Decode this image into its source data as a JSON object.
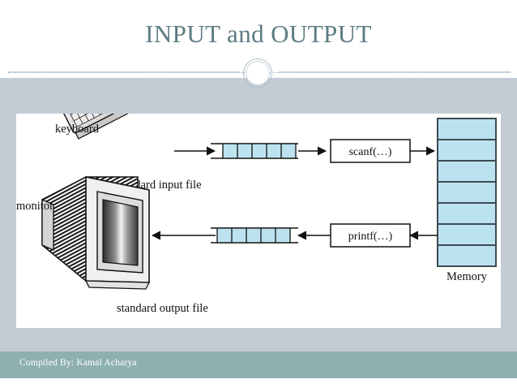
{
  "slide": {
    "title": "INPUT and OUTPUT",
    "title_color": "#5c7b83",
    "band_color": "#c3ccd4",
    "footer_color": "#8fb0b0",
    "cell_fill": "#bce2ef",
    "cell_stroke": "#3d4b52"
  },
  "footer": {
    "credit": "Compiled By: Kamal Acharya"
  },
  "diagram": {
    "labels": {
      "keyboard": "keyboard",
      "standard_input_file": "standard input file",
      "monitor": "monitor",
      "standard_output_file": "standard output file",
      "memory": "Memory"
    },
    "boxes": {
      "scanf": "scanf(…)",
      "printf": "printf(…)"
    },
    "input_buffer": {
      "cell_count": 5,
      "fill": "#bce2ef"
    },
    "output_buffer": {
      "cell_count": 5,
      "fill": "#bce2ef"
    },
    "memory_column": {
      "cell_count": 7,
      "fill": "#bce2ef"
    },
    "flow": {
      "input_direction": "left-to-right",
      "output_direction": "right-to-left"
    }
  }
}
